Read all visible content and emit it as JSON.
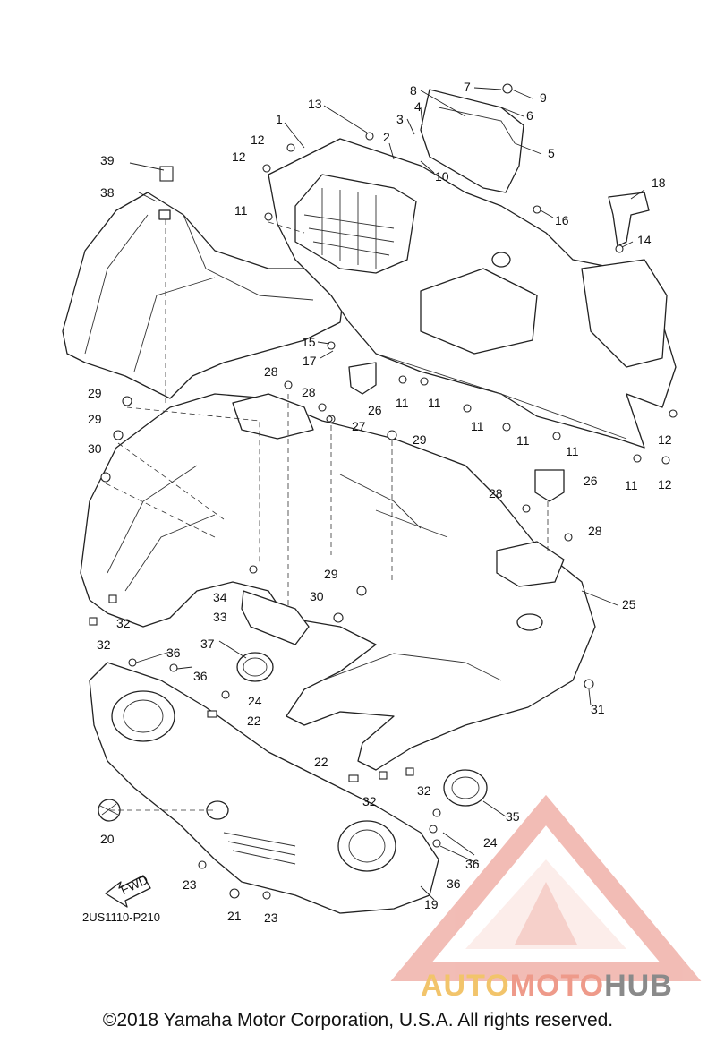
{
  "diagram": {
    "drawing_code": "2US1110-P210",
    "fwd_label": "FWD",
    "copyright": "©2018 Yamaha Motor Corporation, U.S.A. All rights reserved.",
    "watermark": {
      "part1": "AUTO",
      "part2": "MOTO",
      "part3": "HUB",
      "colors": {
        "auto": "#f2c46b",
        "moto": "#ee9a8a",
        "hub": "#8a8a8a",
        "logo": "#e8877a"
      }
    },
    "callouts": [
      "1",
      "2",
      "3",
      "4",
      "5",
      "6",
      "7",
      "8",
      "9",
      "10",
      "11",
      "12",
      "13",
      "14",
      "15",
      "16",
      "17",
      "18",
      "19",
      "20",
      "21",
      "22",
      "23",
      "24",
      "25",
      "26",
      "27",
      "28",
      "29",
      "30",
      "31",
      "32",
      "33",
      "34",
      "35",
      "36",
      "37",
      "38",
      "39"
    ]
  }
}
